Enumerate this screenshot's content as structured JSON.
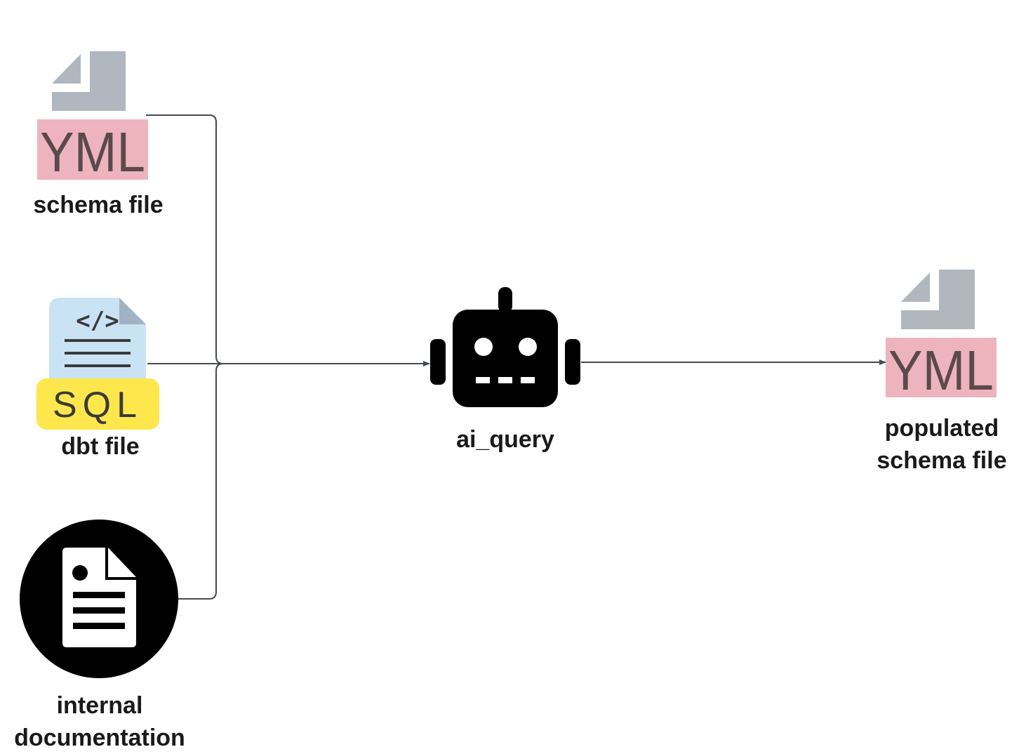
{
  "nodes": {
    "schema_file": {
      "badge": "YML",
      "label": "schema file",
      "icon": "yml-file-icon",
      "badge_color": "#eeb4be",
      "page_color": "#b0b7be"
    },
    "dbt_file": {
      "code_glyph": "</>",
      "badge": "SQL",
      "label": "dbt file",
      "icon": "sql-file-icon",
      "doc_color": "#c9e3f5",
      "badge_color": "#fde74c"
    },
    "internal_docs": {
      "label_line1": "internal",
      "label_line2": "documentation",
      "icon": "document-circle-icon"
    },
    "ai_query": {
      "label": "ai_query",
      "icon": "robot-icon"
    },
    "populated_schema": {
      "badge": "YML",
      "label_line1": "populated",
      "label_line2": "schema file",
      "icon": "yml-file-icon"
    }
  },
  "colors": {
    "connector": "#444a52",
    "text": "#1a1a1a",
    "badge_text": "#5a4a4c"
  }
}
